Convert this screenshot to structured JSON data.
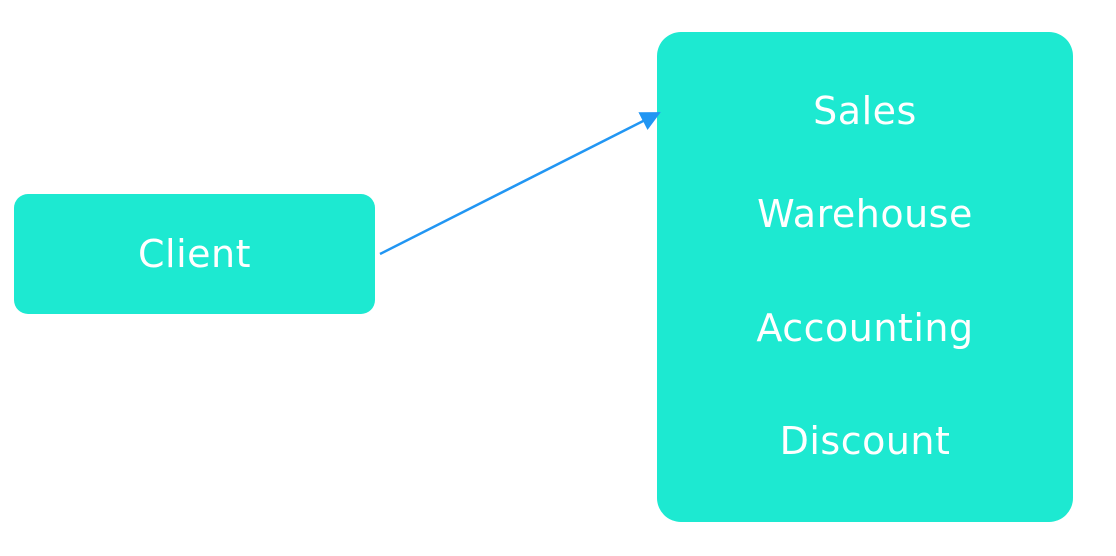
{
  "colors": {
    "node_fill": "#1de9d1",
    "node_text": "#ffffff",
    "arrow": "#2196f3"
  },
  "client": {
    "label": "Client"
  },
  "services": {
    "items": [
      {
        "label": "Sales"
      },
      {
        "label": "Warehouse"
      },
      {
        "label": "Accounting"
      },
      {
        "label": "Discount"
      }
    ]
  }
}
